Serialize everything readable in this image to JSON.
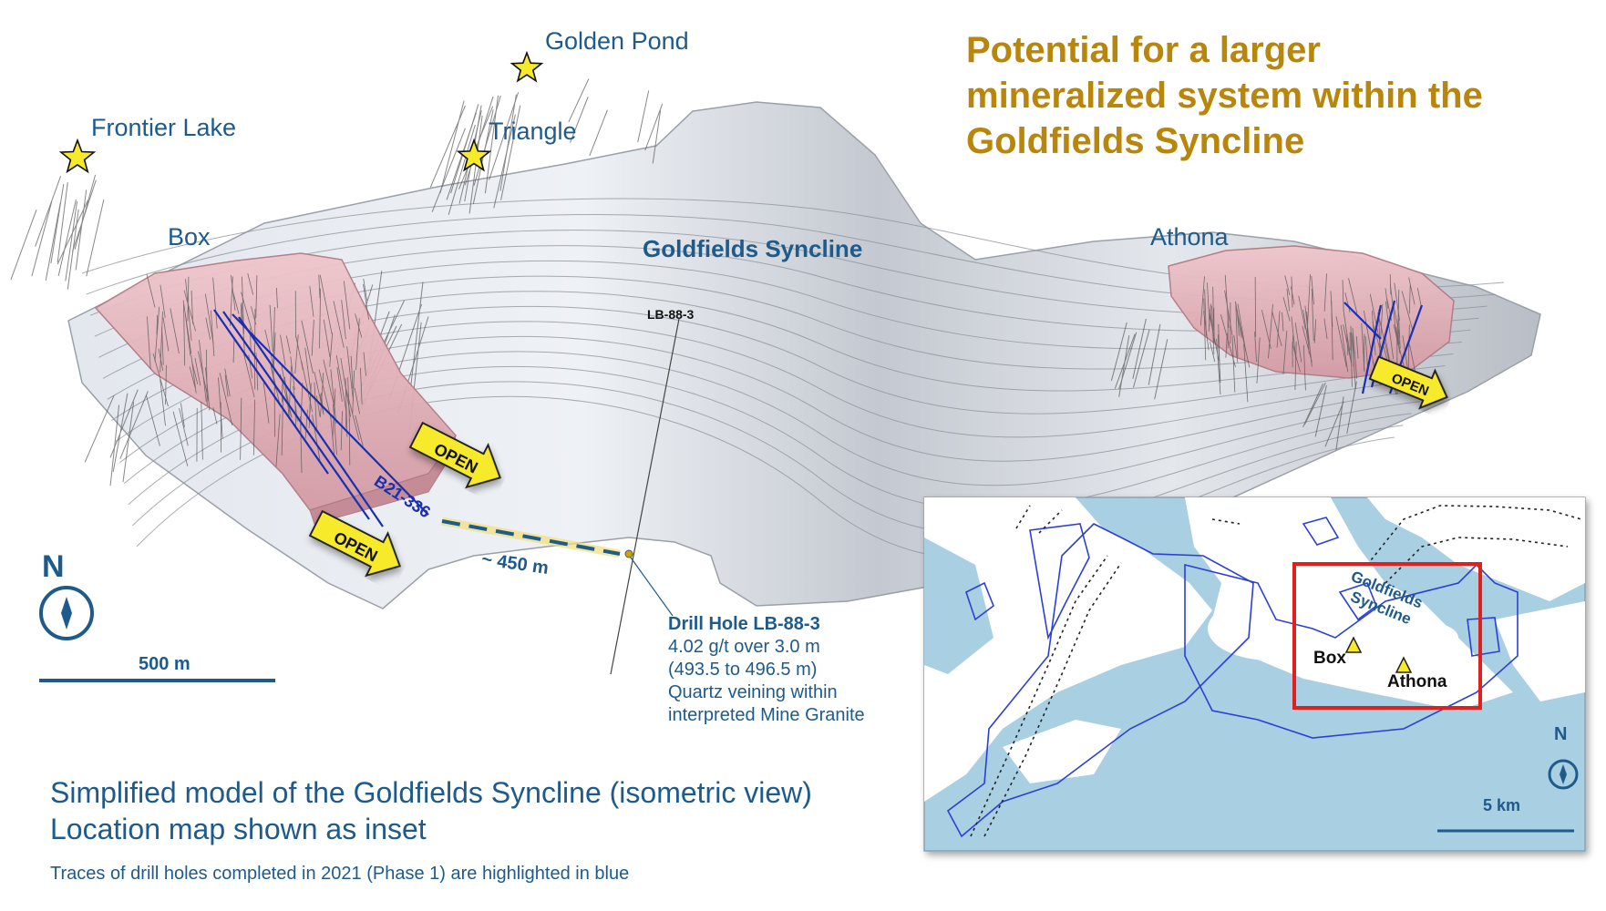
{
  "title_lines": [
    "Potential for a larger",
    "mineralized system within the",
    "Goldfields Syncline"
  ],
  "sites": {
    "golden_pond": "Golden Pond",
    "frontier_lake": "Frontier Lake",
    "triangle": "Triangle",
    "box": "Box",
    "athona": "Athona"
  },
  "syncline_label": "Goldfields Syncline",
  "hole_label": "LB-88-3",
  "drill_trace_label": "B21-336",
  "open_label": "OPEN",
  "distance_label": "~ 450 m",
  "north_label": "N",
  "scale_label": "500 m",
  "callout": {
    "heading": "Drill Hole LB-88-3",
    "lines": [
      "4.02 g/t over 3.0 m",
      "(493.5 to 496.5 m)",
      "Quartz veining within",
      "interpreted Mine Granite"
    ]
  },
  "caption_lines": [
    "Simplified model of the Goldfields Syncline (isometric view)",
    "Location map shown as inset"
  ],
  "note": "Traces of drill holes completed in 2021 (Phase 1) are highlighted in blue",
  "inset": {
    "syncline_label_lines": [
      "Goldfields",
      "Syncline"
    ],
    "box": "Box",
    "athona": "Athona",
    "north": "N",
    "scale": "5 km"
  },
  "colors": {
    "title": "#b8860b",
    "label_blue": "#1e5a8a",
    "star": "#f7ea2a",
    "zone_pink": "#e3b3bb",
    "surface_grey": "#c9ced6",
    "water": "#a9cfe3",
    "claims_blue": "#2b3fd6",
    "inset_frame": "#e0201c"
  }
}
